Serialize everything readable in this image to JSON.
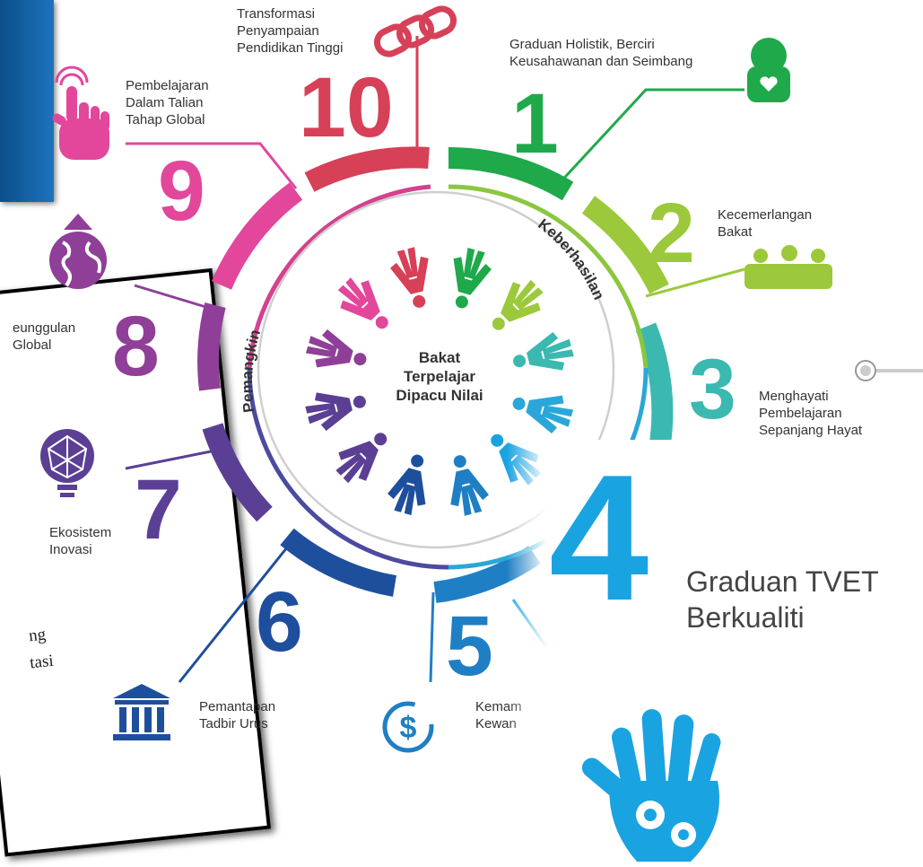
{
  "center": {
    "line1": "Bakat",
    "line2": "Terpelajar",
    "line3": "Dipacu Nilai"
  },
  "ring": {
    "right_word": "Keberhasilan",
    "left_word": "Pemangkin"
  },
  "pillars": [
    {
      "number": "1",
      "lines": [
        "Graduan Holistik, Berciri",
        "Keusahawanan dan Seimbang"
      ],
      "color": "#1fa94b",
      "icon": "graduate-heart-icon"
    },
    {
      "number": "2",
      "lines": [
        "Kecemerlangan",
        "Bakat"
      ],
      "color": "#9cc93b",
      "icon": "people-group-icon"
    },
    {
      "number": "3",
      "lines": [
        "Menghayati",
        "Pembelajaran",
        "Sepanjang Hayat"
      ],
      "color": "#3bb9b0",
      "icon": "toggle-knob-icon"
    },
    {
      "number": "4",
      "lines": [
        "Graduan TVET",
        "Berkualiti"
      ],
      "color": "#1aa3e1",
      "icon": "hand-gears-icon"
    },
    {
      "number": "5",
      "lines": [
        "Kemam",
        "Kewan"
      ],
      "color": "#1f7fc4",
      "icon": "dollar-cycle-icon"
    },
    {
      "number": "6",
      "lines": [
        "Pemantapan",
        "Tadbir Urus"
      ],
      "color": "#1e4f9c",
      "icon": "institution-icon"
    },
    {
      "number": "7",
      "lines": [
        "Ekosistem",
        "Inovasi"
      ],
      "color": "#5b3f94",
      "icon": "network-bulb-icon"
    },
    {
      "number": "8",
      "lines": [
        "eunggulan",
        "Global"
      ],
      "color": "#8f3f98",
      "icon": "globe-arrow-icon"
    },
    {
      "number": "9",
      "lines": [
        "Pembelajaran",
        "Dalam Talian",
        "Tahap Global"
      ],
      "color": "#e2479b",
      "icon": "touch-hand-icon"
    },
    {
      "number": "10",
      "lines": [
        "Transformasi",
        "Penyampaian",
        "Pendidikan Tinggi"
      ],
      "color": "#d64158",
      "icon": "chain-link-icon"
    }
  ],
  "paper": {
    "line1": "ng",
    "line2": "tasi"
  }
}
